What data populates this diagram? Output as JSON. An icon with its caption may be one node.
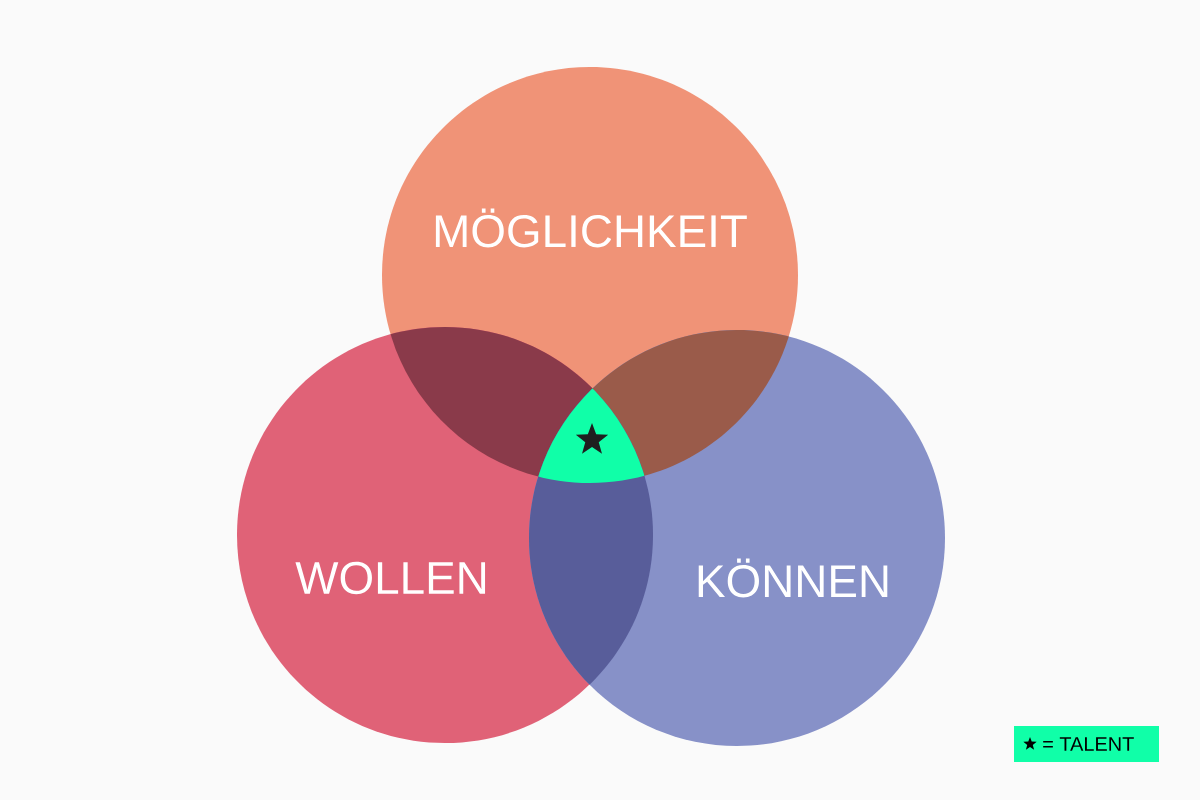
{
  "diagram": {
    "nodes": [
      {
        "text": [
          "MÖGLICHKEIT"
        ]
      },
      {
        "text": [
          "WOLLEN"
        ]
      },
      {
        "text": [
          "KÖNNEN"
        ]
      }
    ],
    "legend": [
      {
        "text": "= TALENT"
      }
    ]
  }
}
